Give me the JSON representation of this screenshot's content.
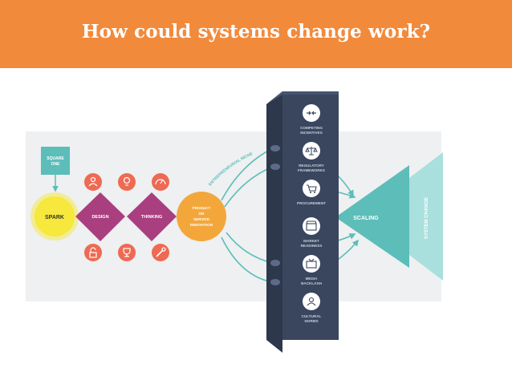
{
  "slide": {
    "title": "How could systems change work?"
  },
  "diagram": {
    "square_one": [
      "SQUARE",
      "ONE"
    ],
    "spark": "SPARK",
    "design": "DESIGN",
    "thinking": "THINKING",
    "innovation": [
      "PRODUCT",
      "OR",
      "SERVICE",
      "INNOVATION"
    ],
    "niche": "ENTREPRENEURIAL NICHE",
    "scaling": "SCALING",
    "system_change": "SYSTEM CHANGE",
    "pillar_items": [
      {
        "icon": "arrows-inward-icon",
        "label": [
          "COMPETING",
          "INCENTIVES"
        ]
      },
      {
        "icon": "scales-icon",
        "label": [
          "REGULATORY",
          "FRAMEWORKS"
        ]
      },
      {
        "icon": "cart-icon",
        "label": [
          "PROCUREMENT"
        ]
      },
      {
        "icon": "storefront-icon",
        "label": [
          "MARKET",
          "READINESS"
        ]
      },
      {
        "icon": "tv-icon",
        "label": [
          "MEDIA",
          "BACKLASH"
        ]
      },
      {
        "icon": "person-icon",
        "label": [
          "CULTURAL",
          "NORMS"
        ]
      }
    ],
    "colors": {
      "header": "#f28a3c",
      "panel": "#eef0f1",
      "teal": "#5cbdb9",
      "teal_light": "#a9dfdc",
      "spark": "#f6e83c",
      "magenta": "#a93f7f",
      "coral": "#ee6a52",
      "orange": "#f3a73a",
      "navy": "#39465e"
    }
  }
}
